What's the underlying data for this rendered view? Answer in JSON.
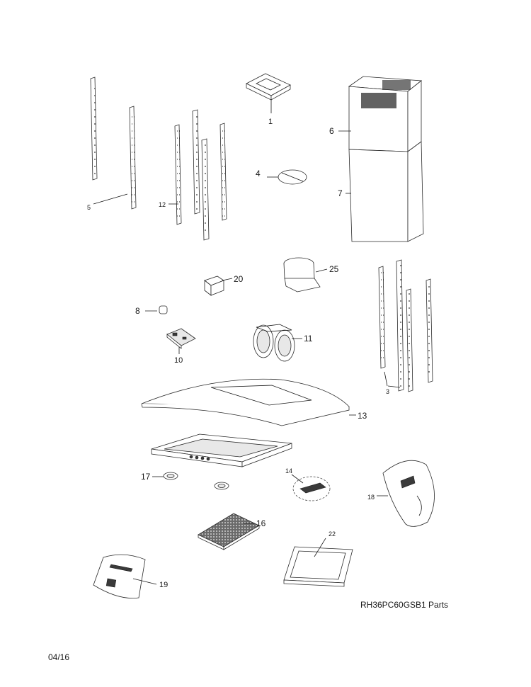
{
  "callouts": {
    "c1": "1",
    "c3": "3",
    "c4": "4",
    "c5": "5",
    "c6": "6",
    "c7": "7",
    "c8": "8",
    "c10": "10",
    "c11": "11",
    "c12": "12",
    "c13": "13",
    "c14": "14",
    "c16": "16",
    "c17": "17",
    "c18": "18",
    "c19": "19",
    "c20": "20",
    "c22": "22",
    "c25": "25"
  },
  "caption": "RH36PC60GSB1 Parts",
  "date_code": "04/16"
}
